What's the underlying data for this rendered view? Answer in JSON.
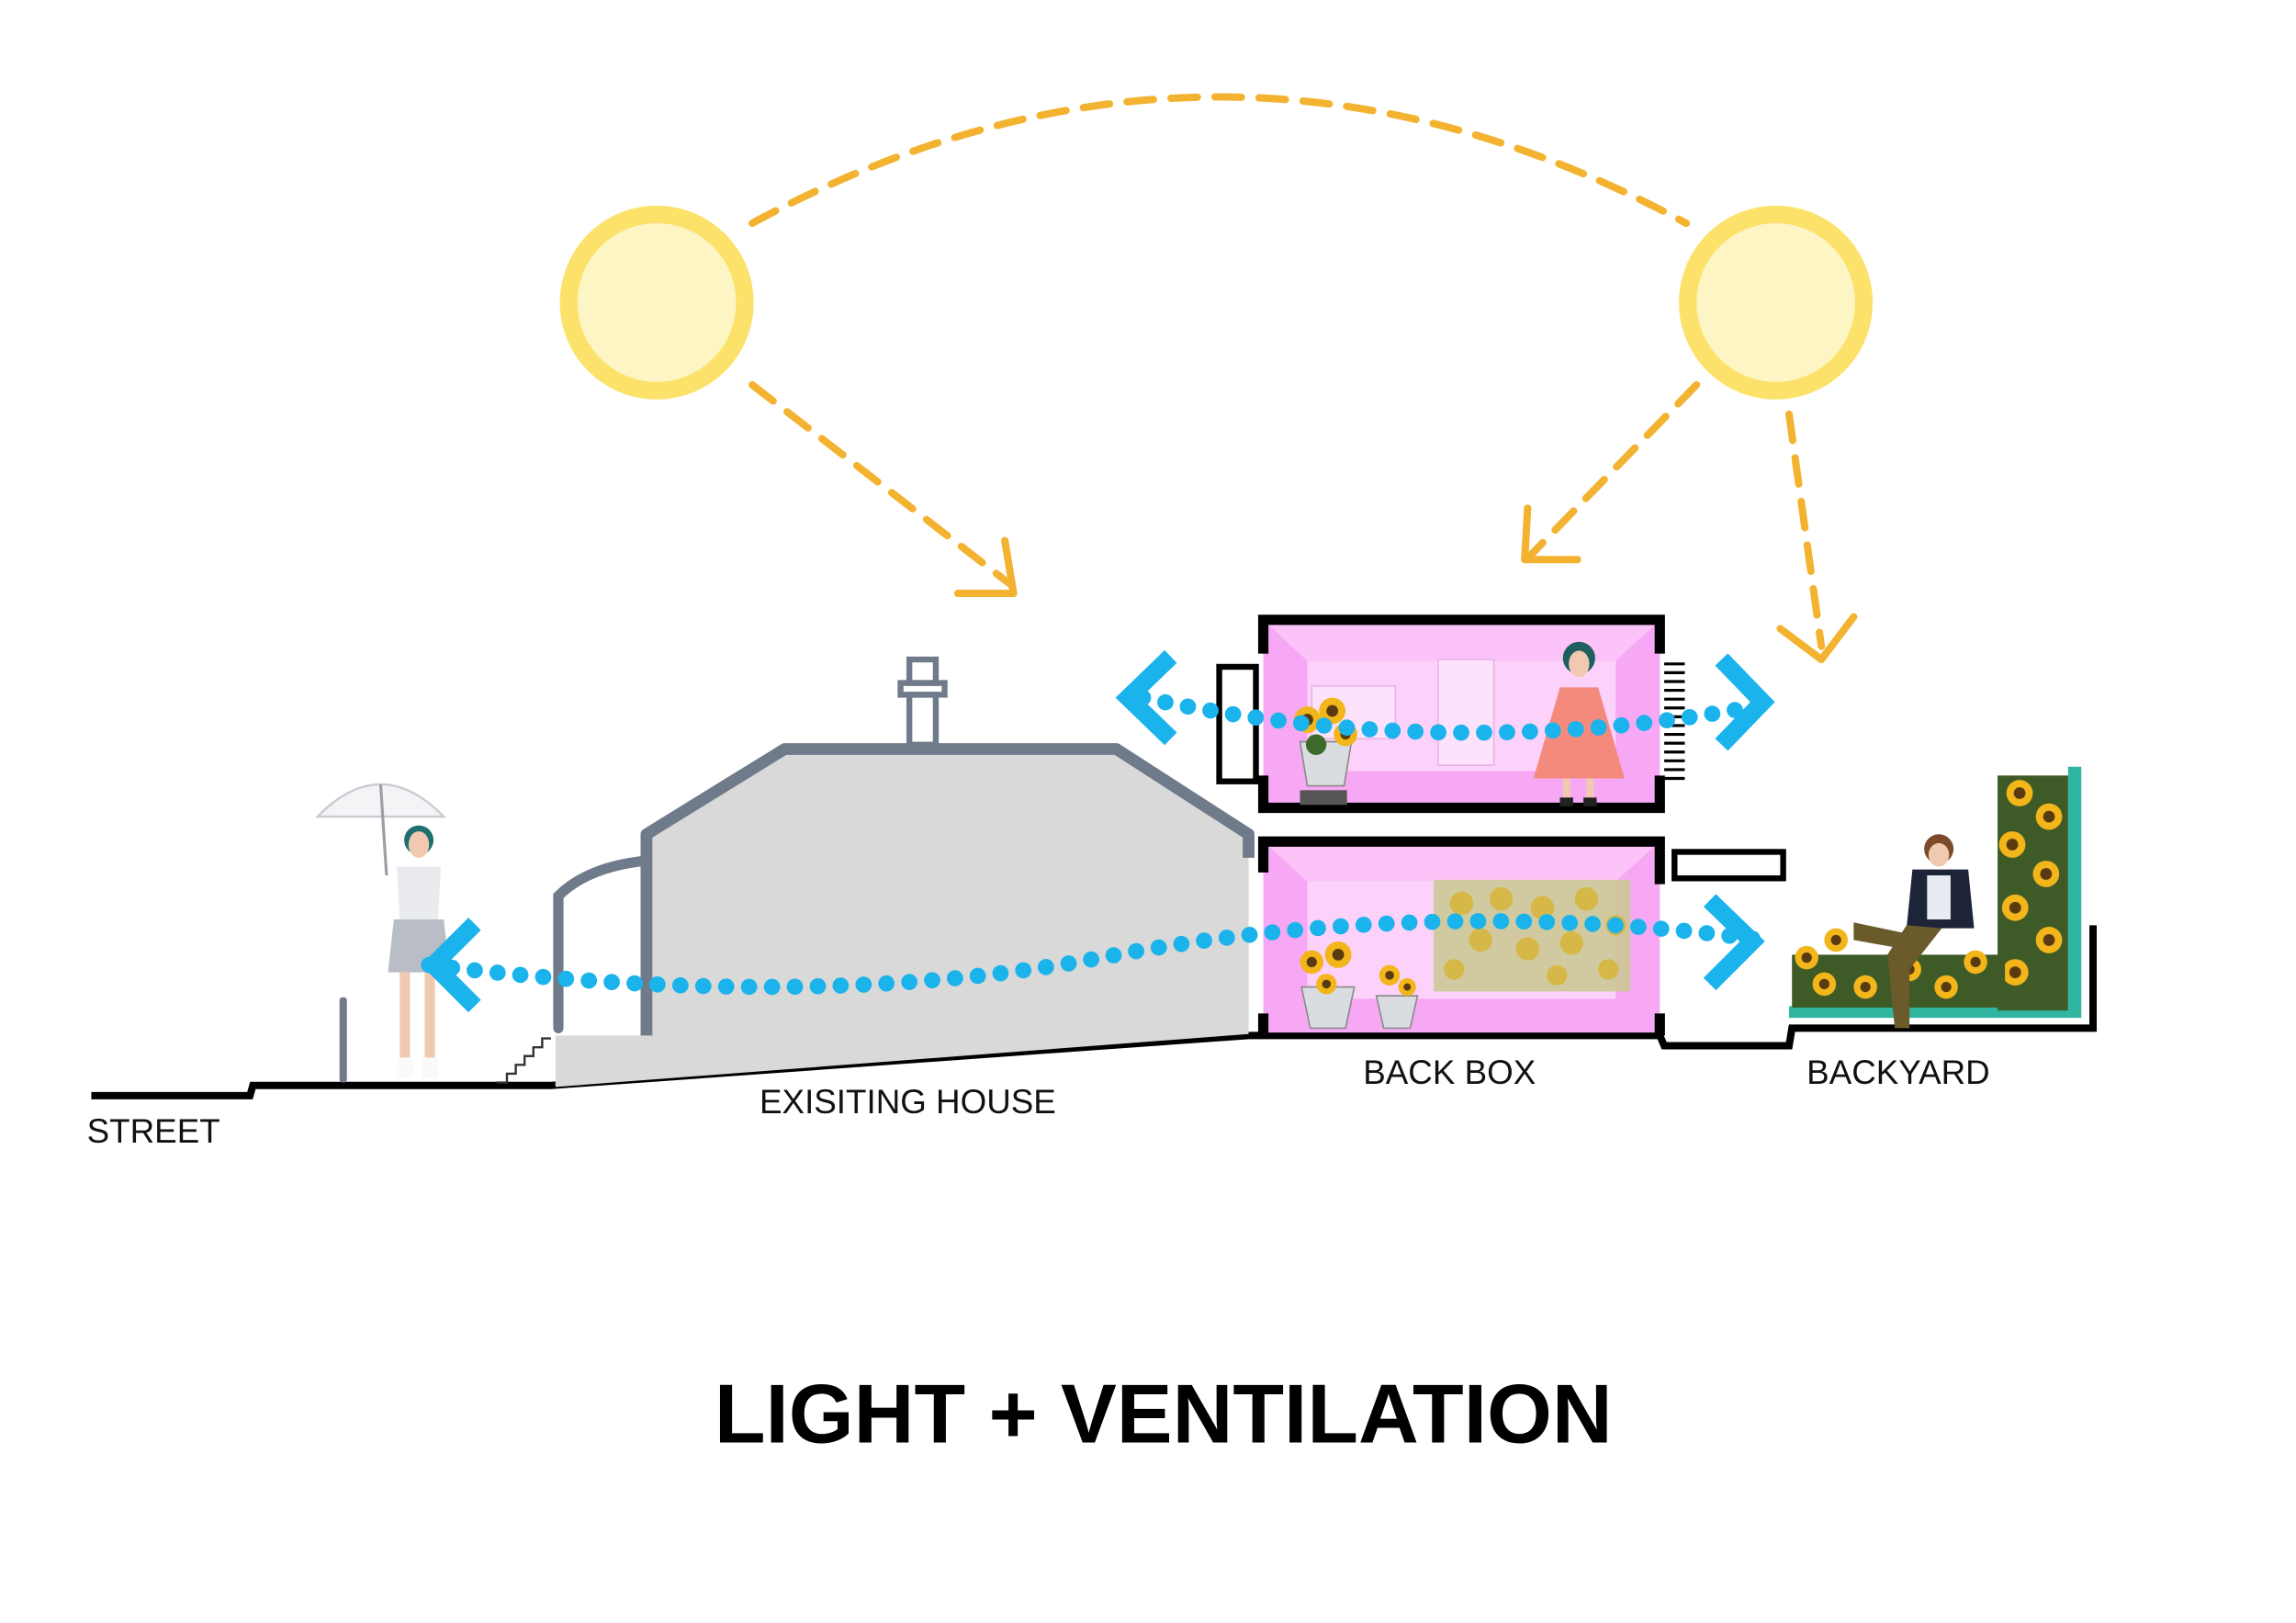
{
  "title": "LIGHT + VENTILATION",
  "labels": {
    "street": "STREET",
    "existing_house": "EXISITING HOUSE",
    "back_box": "BACK BOX",
    "backyard": "BACKYARD"
  },
  "colors": {
    "sun_fill": "#fdf5c4",
    "sun_ring": "#fce26a",
    "sun_path": "#f3b22f",
    "airflow": "#1bb3ec",
    "house": "#d9d9d9",
    "house_outline": "#6f7a8a",
    "box_interior": "#f7a8f4",
    "box_light": "#fcd2fa",
    "backyard_green": "#2fb5a0",
    "ground": "#000000"
  }
}
